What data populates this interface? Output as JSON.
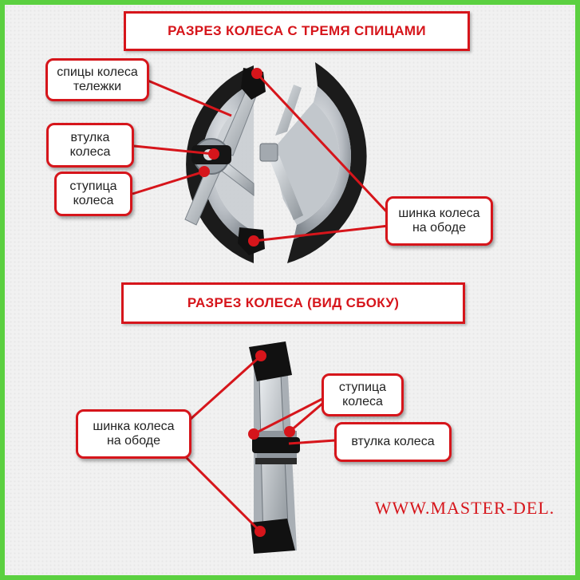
{
  "titles": {
    "top": "РАЗРЕЗ КОЛЕСА С ТРЕМЯ СПИЦАМИ",
    "bottom": "РАЗРЕЗ КОЛЕСА (ВИД СБОКУ)"
  },
  "labels": {
    "spokes": [
      "спицы колеса",
      "тележки"
    ],
    "bushing": [
      "втулка",
      "колеса"
    ],
    "hub": [
      "ступица",
      "колеса"
    ],
    "tire_top": [
      "шинка колеса",
      "на ободе"
    ],
    "tire_side": [
      "шинка колеса",
      "на ободе"
    ],
    "hub_side": [
      "ступица",
      "колеса"
    ],
    "bushing_side": "втулка колеса"
  },
  "watermark": "WWW.MASTER-DEL.",
  "colors": {
    "accent": "#d6151b",
    "frame": "#5bd040",
    "background": "#f1f1f1",
    "tire": "#1b1b1b",
    "metal": "#b9bec4"
  }
}
